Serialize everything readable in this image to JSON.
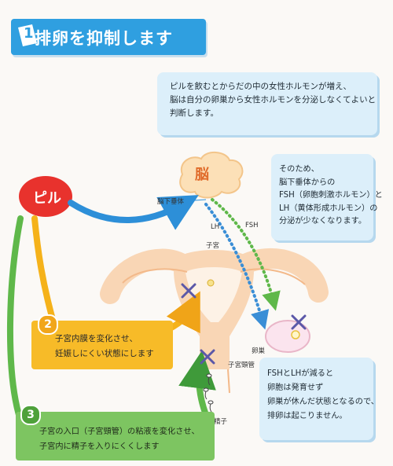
{
  "title": {
    "number": "1",
    "text": "排卵を抑制します"
  },
  "info1": {
    "lines": [
      "ピルを飲むとからだの中の女性ホルモンが増え、",
      "脳は自分の卵巣から女性ホルモンを分泌しなくてよいと",
      "判断します。"
    ]
  },
  "info2": {
    "lines": [
      "そのため、",
      "脳下垂体からの",
      "FSH（卵胞刺激ホルモン）と",
      "LH（黄体形成ホルモン）の",
      "分泌が少なくなります。"
    ]
  },
  "info3": {
    "lines": [
      "FSHとLHが減ると",
      "卵胞は発育せず",
      "卵巣が休んだ状態となるので、",
      "排卵は起こりません。"
    ]
  },
  "labels": {
    "brain": "脳",
    "pill": "ピル",
    "pituitary": "脳下垂体",
    "lh": "LH",
    "fsh": "FSH",
    "uterus": "子宮",
    "ovary": "卵巣",
    "cervix": "子宮頸管",
    "sperm": "精子"
  },
  "step2": {
    "number": "2",
    "lines": [
      "子宮内膜を変化させ、",
      "妊娠しにくい状態にします"
    ]
  },
  "step3": {
    "number": "3",
    "lines": [
      "子宮の入口（子宮頸管）の粘液を変化させ、",
      "子宮内に精子を入りにくくします"
    ]
  },
  "colors": {
    "title": "#2f9fe0",
    "info_bg": "#dceffa",
    "pill": "#e8322d",
    "arrow_blue": "#2d8fd8",
    "arrow_orange": "#f5b21a",
    "arrow_green": "#5fb84a",
    "cross": "#5b58a8"
  }
}
